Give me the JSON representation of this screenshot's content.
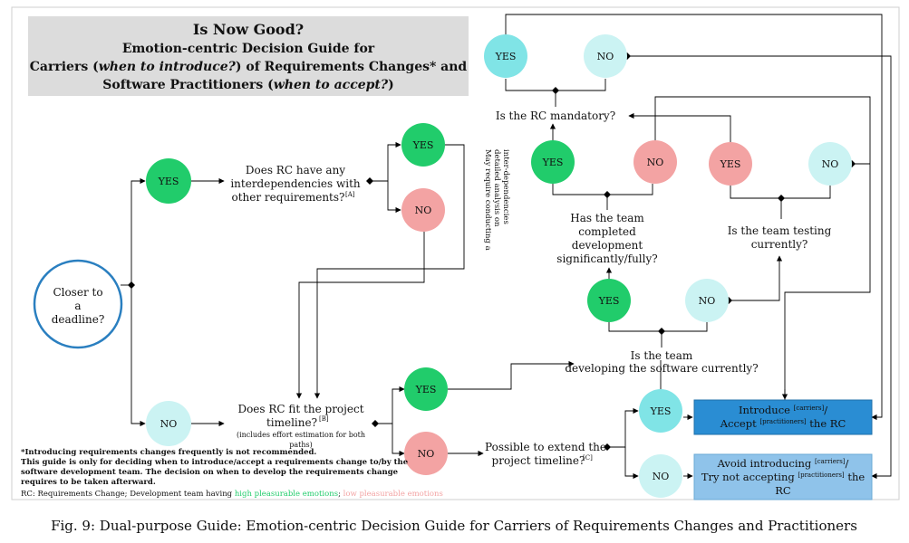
{
  "title_box": {
    "line1": "Is Now Good?",
    "line2": "Emotion-centric Decision Guide for",
    "line3_a": "Carriers (",
    "line3_b": "when to introduce?",
    "line3_c": ") of Requirements Changes* and",
    "line4_a": "Software Practitioners (",
    "line4_b": "when to accept?",
    "line4_c": ")"
  },
  "nodes": {
    "start": [
      "Closer to",
      "a",
      "deadline?"
    ],
    "yes_deadline": "YES",
    "no_deadline": "NO",
    "q_interdep": [
      "Does RC have any",
      "interdependencies with",
      "other requirements?"
    ],
    "q_interdep_ref": "[A]",
    "yes_interdep": "YES",
    "no_interdep": "NO",
    "rotated_note": [
      "May require conducting a",
      "detailed analysis on",
      "inter-dependencies"
    ],
    "q_fit": [
      "Does RC fit the project",
      "timeline?"
    ],
    "q_fit_ref": "[B]",
    "q_fit_note": [
      "(includes effort estimation for both",
      "paths)"
    ],
    "yes_fit": "YES",
    "no_fit": "NO",
    "q_extend": [
      "Possible to extend the",
      "project timeline?"
    ],
    "q_extend_ref": "[C]",
    "yes_extend": "YES",
    "no_extend": "NO",
    "q_developing": [
      "Is the team",
      "developing the software currently?"
    ],
    "yes_developing": "YES",
    "no_developing": "NO",
    "q_completed": [
      "Has the team",
      "completed",
      "development",
      "significantly/fully?"
    ],
    "yes_completed": "YES",
    "no_completed": "NO",
    "q_testing": [
      "Is the team testing",
      "currently?"
    ],
    "yes_testing": "YES",
    "no_testing": "NO",
    "q_mandatory": "Is the  RC mandatory?",
    "yes_mandatory": "YES",
    "no_mandatory": "NO",
    "introduce_box": {
      "l1_a": "Introduce ",
      "l1_sup": "[carriers]",
      "l1_b": "/",
      "l2_a": "Accept ",
      "l2_sup": "[practitioners]",
      "l2_b": " the RC"
    },
    "avoid_box": {
      "l1_a": "Avoid introducing ",
      "l1_sup": "[carriers]",
      "l1_b": "/",
      "l2_a": "Try not accepting ",
      "l2_sup": "[practitioners]",
      "l2_b": " the",
      "l3": "RC"
    }
  },
  "footnote": {
    "line1": "*Introducing requirements changes frequently is not recommended.",
    "line2": "This guide is only for deciding when to introduce/accept a requirements change to/by the",
    "line3": "software development team. The decision on when to develop the requirements change",
    "line4": "requires to be taken afterward.",
    "legend_prefix": "RC: Requirements Change; Development team having ",
    "legend_high": "high pleasurable emotions",
    "legend_sep": "; ",
    "legend_low": "low pleasurable emotions"
  },
  "caption": "Fig. 9: Dual-purpose Guide: Emotion-centric Decision Guide for Carriers of Requirements Changes and Practitioners",
  "colors": {
    "high_green": "#21cc6b",
    "low_pink": "#f3a3a3",
    "light_cyan": "#cbf3f3",
    "mid_cyan": "#80e4e6",
    "introduce_blue": "#2a8dd3",
    "avoid_blue": "#8fc3ea",
    "start_ring": "#2a7fc0",
    "title_grey": "#dcdcdc"
  }
}
